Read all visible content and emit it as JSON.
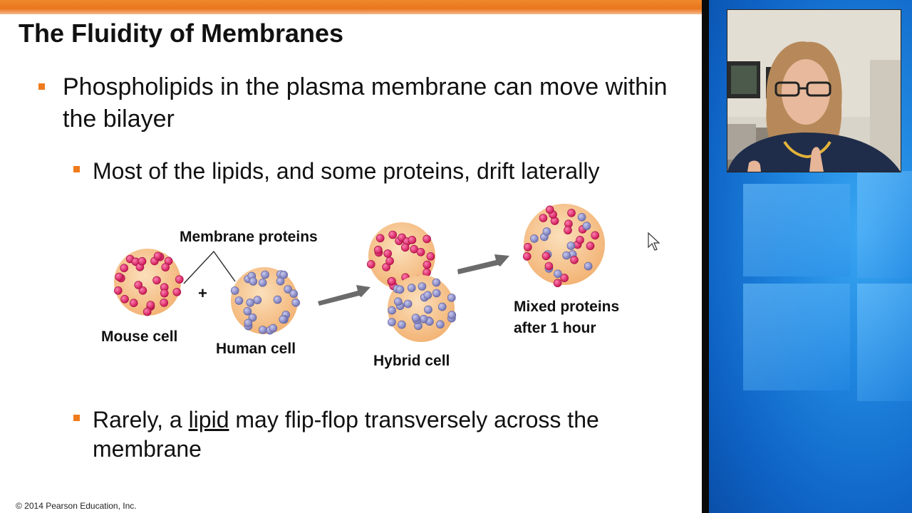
{
  "slide": {
    "title": "The Fluidity of Membranes",
    "bullet1": "Phospholipids in the plasma membrane can move within the bilayer",
    "bullet2": "Most of the lipids, and some proteins, drift laterally",
    "bullet3_before": "Rarely, a ",
    "bullet3_link": "lipid",
    "bullet3_after": " may flip-flop transversely across the membrane",
    "copyright": "© 2014 Pearson Education, Inc."
  },
  "figure": {
    "membrane_proteins_label": "Membrane proteins",
    "plus": "+",
    "mouse_cell_label": "Mouse cell",
    "human_cell_label": "Human cell",
    "hybrid_cell_label": "Hybrid cell",
    "mixed_line1": "Mixed proteins",
    "mixed_line2": "after 1 hour",
    "colors": {
      "cell_fill": "#f7c891",
      "mouse_protein": "#d9165c",
      "human_protein": "#8b8cc8",
      "arrow": "#6b6b6b"
    }
  },
  "desktop": {
    "accent": "#1f86df"
  },
  "icons": {
    "cursor": "mouse-pointer-icon",
    "bullet": "square-bullet-icon"
  }
}
